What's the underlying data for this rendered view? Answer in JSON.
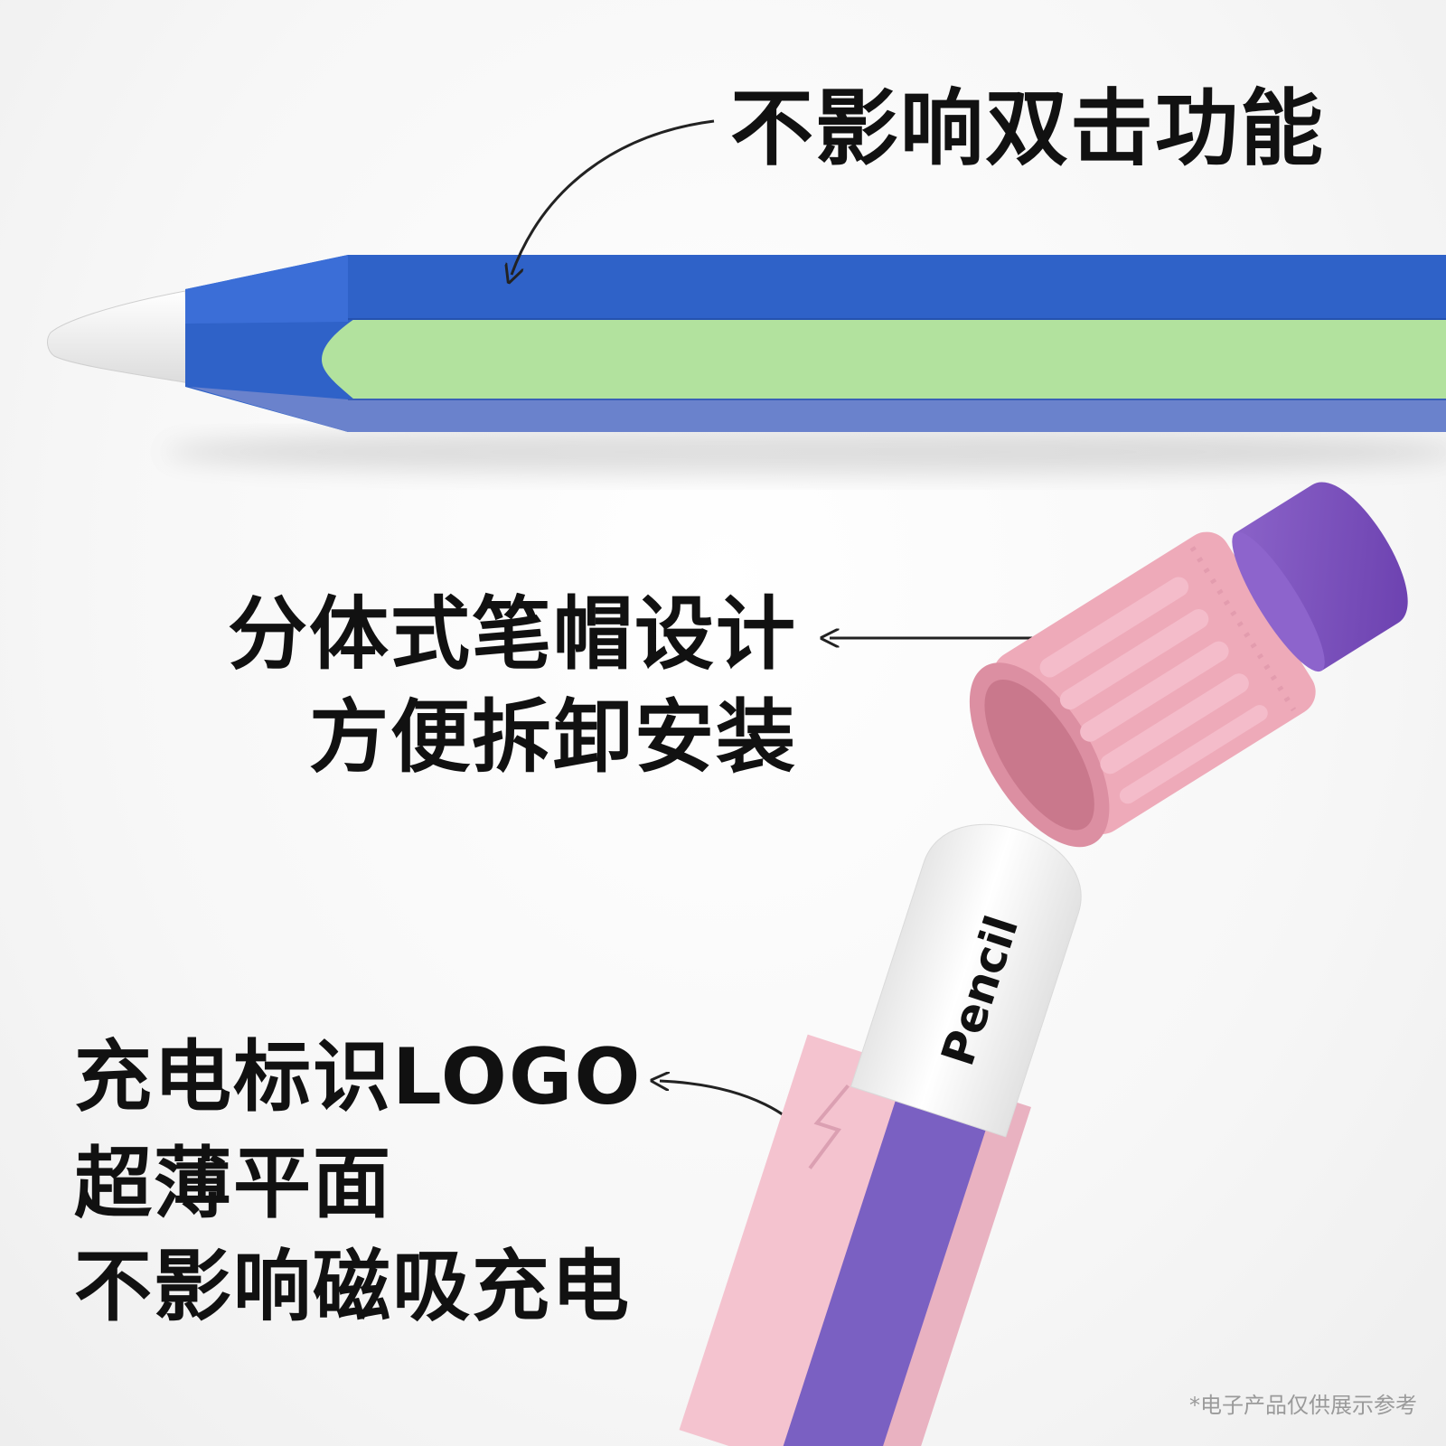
{
  "callouts": {
    "double_tap": "不影响双击功能",
    "cap_design_line1": "分体式笔帽设计",
    "cap_design_line2": "方便拆卸安装",
    "logo_line1": "充电标识LOGO",
    "logo_line2": "超薄平面",
    "logo_line3": "不影响磁吸充电"
  },
  "pencil_print": "Pencil",
  "disclaimer": "*电子产品仅供展示参考",
  "colors": {
    "blue_body": "#2f62c8",
    "blue_highlight": "#3d6fd6",
    "blue_lower": "#6a82cc",
    "green_stripe": "#b2e29e",
    "pink_sleeve": "#f4c3cf",
    "pink_cap": "#eeaab9",
    "purple_cap": "#7b4fba",
    "purple_stripe": "#7a60c2",
    "tip_white": "#f3f3f3"
  }
}
